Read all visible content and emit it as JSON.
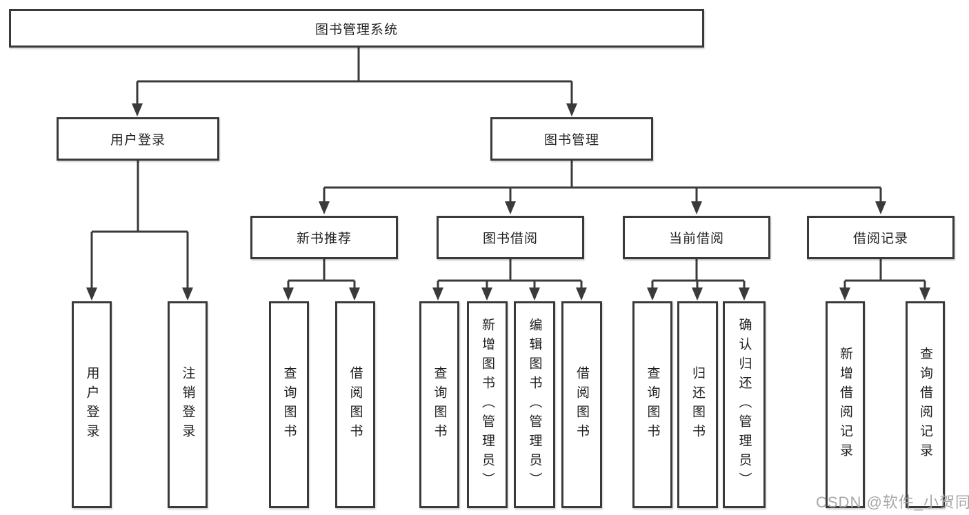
{
  "diagram": {
    "type": "hierarchy-tree",
    "title": "图书管理系统",
    "colors": {
      "line": "#3a3a3a",
      "box_border": "#3a3a3a",
      "text": "#1f1f1f",
      "background": "#ffffff",
      "watermark": "#a7a7a7"
    },
    "nodes": {
      "root": "图书管理系统",
      "user_login": "用户登录",
      "book_mgmt": "图书管理",
      "new_book_rec": "新书推荐",
      "book_borrow": "图书借阅",
      "current_borrow": "当前借阅",
      "borrow_records": "借阅记录",
      "leaf_login": "用户登录",
      "leaf_logout": "注销登录",
      "leaf_rec_query": "查询图书",
      "leaf_rec_borrow": "借阅图书",
      "leaf_bb_query": "查询图书",
      "leaf_bb_add": "新增图书（管理员）",
      "leaf_bb_edit": "编辑图书（管理员）",
      "leaf_bb_borrow": "借阅图书",
      "leaf_cb_query": "查询图书",
      "leaf_cb_return": "归还图书",
      "leaf_cb_confirm": "确认归还（管理员）",
      "leaf_br_add": "新增借阅记录",
      "leaf_br_query": "查询借阅记录"
    },
    "edges": [
      [
        "图书管理系统",
        "用户登录"
      ],
      [
        "图书管理系统",
        "图书管理"
      ],
      [
        "用户登录",
        "用户登录"
      ],
      [
        "用户登录",
        "注销登录"
      ],
      [
        "图书管理",
        "新书推荐"
      ],
      [
        "图书管理",
        "图书借阅"
      ],
      [
        "图书管理",
        "当前借阅"
      ],
      [
        "图书管理",
        "借阅记录"
      ],
      [
        "新书推荐",
        "查询图书"
      ],
      [
        "新书推荐",
        "借阅图书"
      ],
      [
        "图书借阅",
        "查询图书"
      ],
      [
        "图书借阅",
        "新增图书（管理员）"
      ],
      [
        "图书借阅",
        "编辑图书（管理员）"
      ],
      [
        "图书借阅",
        "借阅图书"
      ],
      [
        "当前借阅",
        "查询图书"
      ],
      [
        "当前借阅",
        "归还图书"
      ],
      [
        "当前借阅",
        "确认归还（管理员）"
      ],
      [
        "借阅记录",
        "新增借阅记录"
      ],
      [
        "借阅记录",
        "查询借阅记录"
      ]
    ],
    "watermark": "CSDN @软件_小贺同学"
  }
}
